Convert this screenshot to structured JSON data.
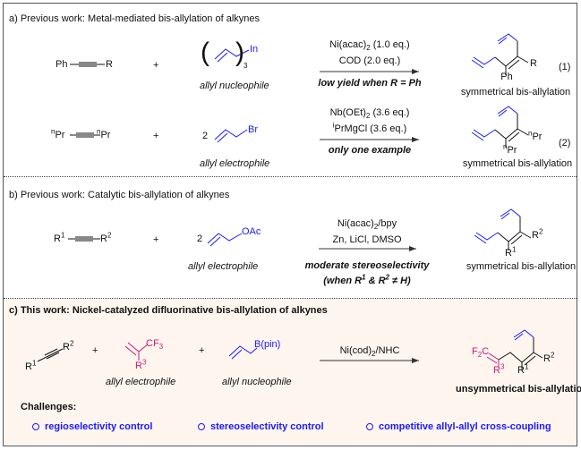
{
  "colors": {
    "blue": "#1a1aff",
    "magenta": "#cc1a78",
    "section_c_bg": "#fdf5ee"
  },
  "a": {
    "title": "a) Previous work: Metal-mediated bis-allylation of alkynes",
    "r1": {
      "alkyne_left": "Ph",
      "alkyne_right": "R",
      "plus": "+",
      "reagent_metal": "In",
      "reagent_count": "3",
      "reagent_label": "allyl nucleophile",
      "cond1_a": "Ni(acac)",
      "cond1_sub": "2",
      "cond1_b": " (1.0 eq.)",
      "cond2": "COD (2.0 eq.)",
      "note": "low yield when R = Ph",
      "prod_sub_down": "Ph",
      "prod_sub_right": "R",
      "eq_number": "(1)",
      "prod_label": "symmetrical bis-allylation"
    },
    "r2": {
      "alkyne_left_sup": "n",
      "alkyne_left": "Pr",
      "alkyne_right_sup": "n",
      "alkyne_right": "Pr",
      "plus": "+",
      "coef": "2",
      "leaving_group": "Br",
      "reagent_label": "allyl electrophile",
      "cond1_a": "Nb(OEt)",
      "cond1_sub": "2",
      "cond1_b": " (3.6 eq.)",
      "cond2_sup": "i",
      "cond2": "PrMgCl (3.6 eq.)",
      "note": "only one example",
      "prod_right_sup": "n",
      "prod_right": "Pr",
      "prod_down_sup": "n",
      "prod_down": "Pr",
      "eq_number": "(2)",
      "prod_label": "symmetrical bis-allylation"
    }
  },
  "b": {
    "title": "b) Previous work: Catalytic bis-allylation of alkynes",
    "alkyne_left": "R",
    "alkyne_left_sup": "1",
    "alkyne_right": "R",
    "alkyne_right_sup": "2",
    "plus": "+",
    "coef": "2",
    "leaving_group": "OAc",
    "reagent_label": "allyl electrophile",
    "cond1_a": "Ni(acac)",
    "cond1_sub": "2",
    "cond1_b": "/bpy",
    "cond2": "Zn, LiCl, DMSO",
    "note1": "moderate stereoselectivity",
    "note2_a": "(when R",
    "note2_sup1": "1",
    "note2_b": " & R",
    "note2_sup2": "2",
    "note2_c": " ≠ H)",
    "prod_right": "R",
    "prod_right_sup": "2",
    "prod_down": "R",
    "prod_down_sup": "1",
    "prod_label": "symmetrical bis-allylation"
  },
  "c": {
    "title": "c) This work: Nickel-catalyzed difluorinative bis-allylation of alkynes",
    "alkyne_left": "R",
    "alkyne_left_sup": "1",
    "alkyne_right": "R",
    "alkyne_right_sup": "2",
    "plus1": "+",
    "plus2": "+",
    "electrophile_cf": "CF",
    "electrophile_cf_sub": "3",
    "electrophile_r": "R",
    "electrophile_r_sup": "3",
    "electrophile_label": "allyl electrophile",
    "nucleophile_group": "B(pin)",
    "nucleophile_label": "allyl nucleophile",
    "cond_a": "Ni(cod)",
    "cond_sub": "2",
    "cond_b": "/NHC",
    "prod_f2c_a": "F",
    "prod_f2c_sub": "2",
    "prod_f2c_b": "C",
    "prod_r3": "R",
    "prod_r3_sup": "3",
    "prod_r1": "R",
    "prod_r1_sup": "1",
    "prod_r2": "R",
    "prod_r2_sup": "2",
    "prod_label": "unsymmetrical bis-allylation",
    "challenges_title": "Challenges:",
    "challenges": [
      "regioselectivity control",
      "stereoselectivity control",
      "competitive allyl-allyl cross-coupling"
    ]
  }
}
